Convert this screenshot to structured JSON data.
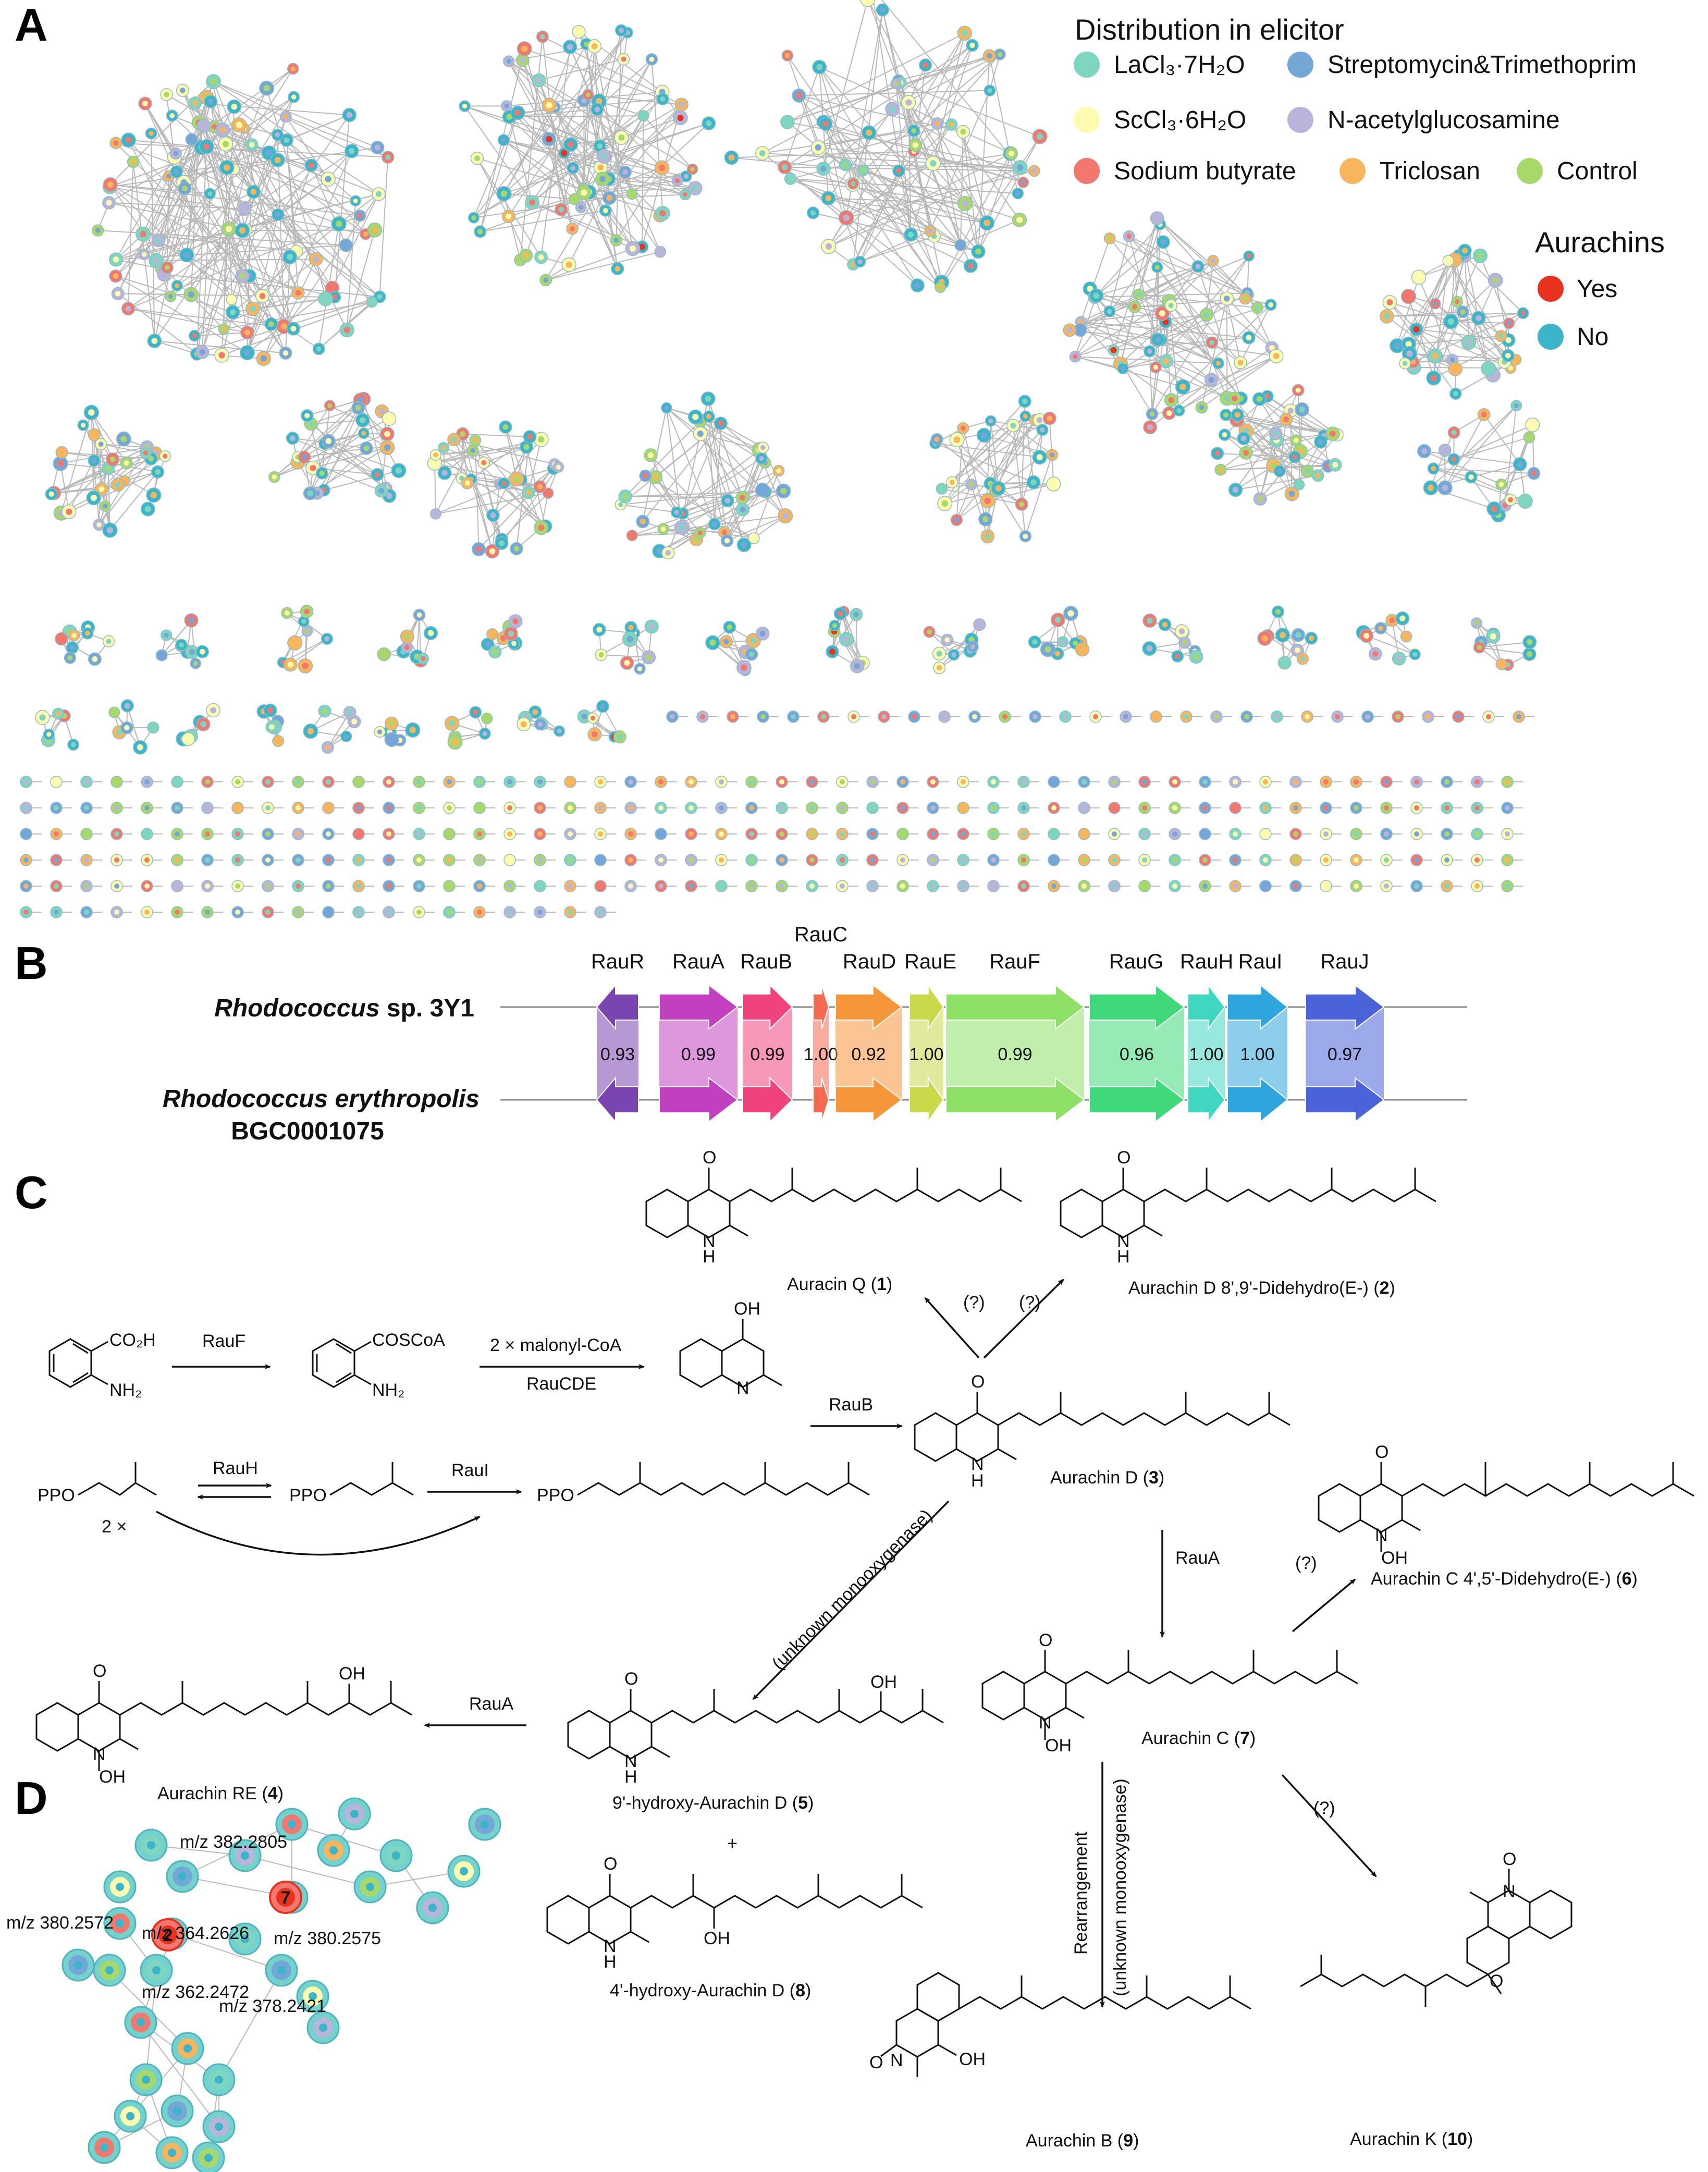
{
  "panels": {
    "a": "A",
    "b": "B",
    "c": "C",
    "d": "D"
  },
  "legend": {
    "title": "Distribution in elicitor",
    "items": [
      {
        "label": "LaCl₃·7H₂O",
        "color": "#7fd6c0"
      },
      {
        "label": "Streptomycin&Trimethoprim",
        "color": "#74a7d8"
      },
      {
        "label": "ScCl₃·6H₂O",
        "color": "#fdfbb0"
      },
      {
        "label": "N-acetylglucosamine",
        "color": "#b9b4d9"
      },
      {
        "label": "Sodium butyrate",
        "color": "#f2776f"
      },
      {
        "label": "Triclosan",
        "color": "#f8b55c"
      },
      {
        "label": "Control",
        "color": "#a9d86a"
      }
    ],
    "aurachins_title": "Aurachins",
    "aurachins": [
      {
        "label": "Yes",
        "color": "#e8321e"
      },
      {
        "label": "No",
        "color": "#3ab5c9"
      }
    ]
  },
  "gene_cluster": {
    "strain_1_genus": "Rhodococcus",
    "strain_1_rest": " sp. 3Y1",
    "strain_2": "Rhodococcus erythropolis",
    "strain_2_id": "BGC0001075",
    "genes": [
      {
        "name": "RauR",
        "identity": "0.93",
        "color": "#7a45b0",
        "dir": "left"
      },
      {
        "name": "RauA",
        "identity": "0.99",
        "color": "#c23fbf",
        "dir": "right"
      },
      {
        "name": "RauB",
        "identity": "0.99",
        "color": "#f0437e",
        "dir": "right"
      },
      {
        "name": "RauC",
        "identity": "1.00",
        "color": "#f56a50",
        "dir": "right"
      },
      {
        "name": "RauD",
        "identity": "0.92",
        "color": "#f5963a",
        "dir": "right"
      },
      {
        "name": "RauE",
        "identity": "1.00",
        "color": "#c9d94a",
        "dir": "right"
      },
      {
        "name": "RauF",
        "identity": "0.99",
        "color": "#8fe066",
        "dir": "right"
      },
      {
        "name": "RauG",
        "identity": "0.96",
        "color": "#3fd97a",
        "dir": "right"
      },
      {
        "name": "RauH",
        "identity": "1.00",
        "color": "#3fd7c0",
        "dir": "right"
      },
      {
        "name": "RauI",
        "identity": "1.00",
        "color": "#2fa5de",
        "dir": "right"
      },
      {
        "name": "RauJ",
        "identity": "0.97",
        "color": "#4b63d8",
        "dir": "right"
      }
    ]
  },
  "pathway": {
    "reagents": {
      "co2h": "CO₂H",
      "nh2": "NH₂",
      "coscoa": "COSCoA",
      "oh": "OH",
      "n": "N",
      "nh": "N",
      "h": "H",
      "o": "O",
      "ppo": "PPO",
      "two_x": "2 ×",
      "malonyl": "2 × malonyl-CoA",
      "oxide": "O",
      "minus": "−",
      "plus": "+"
    },
    "enzymes": {
      "rauf": "RauF",
      "raucde": "RauCDE",
      "raub": "RauB",
      "rauh": "RauH",
      "raui": "RauI",
      "raua": "RauA",
      "raua2": "RauA",
      "unknown_mono": "(unknown monooxygenase)",
      "rearrangement": "Rearrangement",
      "unknown_mono2": "(unknown monooxygenase)",
      "q1": "(?)",
      "q2": "(?)",
      "q3": "(?)",
      "q4": "(?)",
      "plus": "+"
    },
    "compounds": [
      {
        "name": "Auracin Q (",
        "num": "1",
        "close": ")"
      },
      {
        "name": "Aurachin D 8',9'-Didehydro(E-) (",
        "num": "2",
        "close": ")"
      },
      {
        "name": "Aurachin D (",
        "num": "3",
        "close": ")"
      },
      {
        "name": "Aurachin RE (",
        "num": "4",
        "close": ")"
      },
      {
        "name": "9'-hydroxy-Aurachin D (",
        "num": "5",
        "close": ")"
      },
      {
        "name": "Aurachin C 4',5'-Didehydro(E-) (",
        "num": "6",
        "close": ")"
      },
      {
        "name": "Aurachin C (",
        "num": "7",
        "close": ")"
      },
      {
        "name": "4'-hydroxy-Aurachin D (",
        "num": "8",
        "close": ")"
      },
      {
        "name": "Aurachin B (",
        "num": "9",
        "close": ")"
      },
      {
        "name": "Aurachin K (",
        "num": "10",
        "close": ")"
      }
    ]
  },
  "panel_d": {
    "labels": [
      "m/z 382.2805",
      "m/z 380.2572",
      "m/z 364.2626",
      "m/z 380.2575",
      "m/z 362.2472",
      "m/z 378.2421"
    ],
    "node_numbers": [
      "2",
      "7"
    ]
  }
}
